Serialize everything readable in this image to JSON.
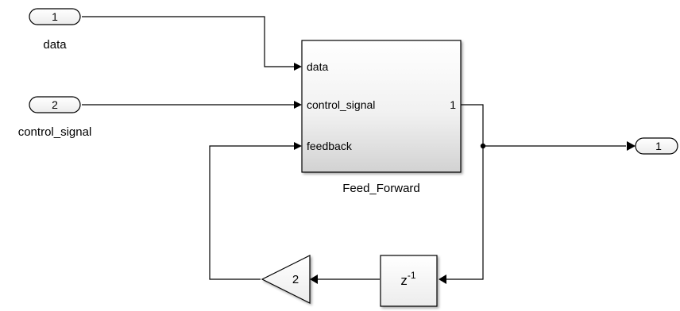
{
  "inports": [
    {
      "number": "1",
      "label": "data"
    },
    {
      "number": "2",
      "label": "control_signal"
    }
  ],
  "subsystem": {
    "name": "Feed_Forward",
    "input_ports": [
      "data",
      "control_signal",
      "feedback"
    ],
    "output_port": "1"
  },
  "outport": {
    "number": "1"
  },
  "gain": {
    "value": "2"
  },
  "unit_delay": {
    "base": "z",
    "exponent": "-1"
  },
  "colors": {
    "line": "#000000",
    "background": "#ffffff",
    "block_gradient_top": "#ffffff",
    "block_gradient_bottom": "#d4d4d4"
  }
}
